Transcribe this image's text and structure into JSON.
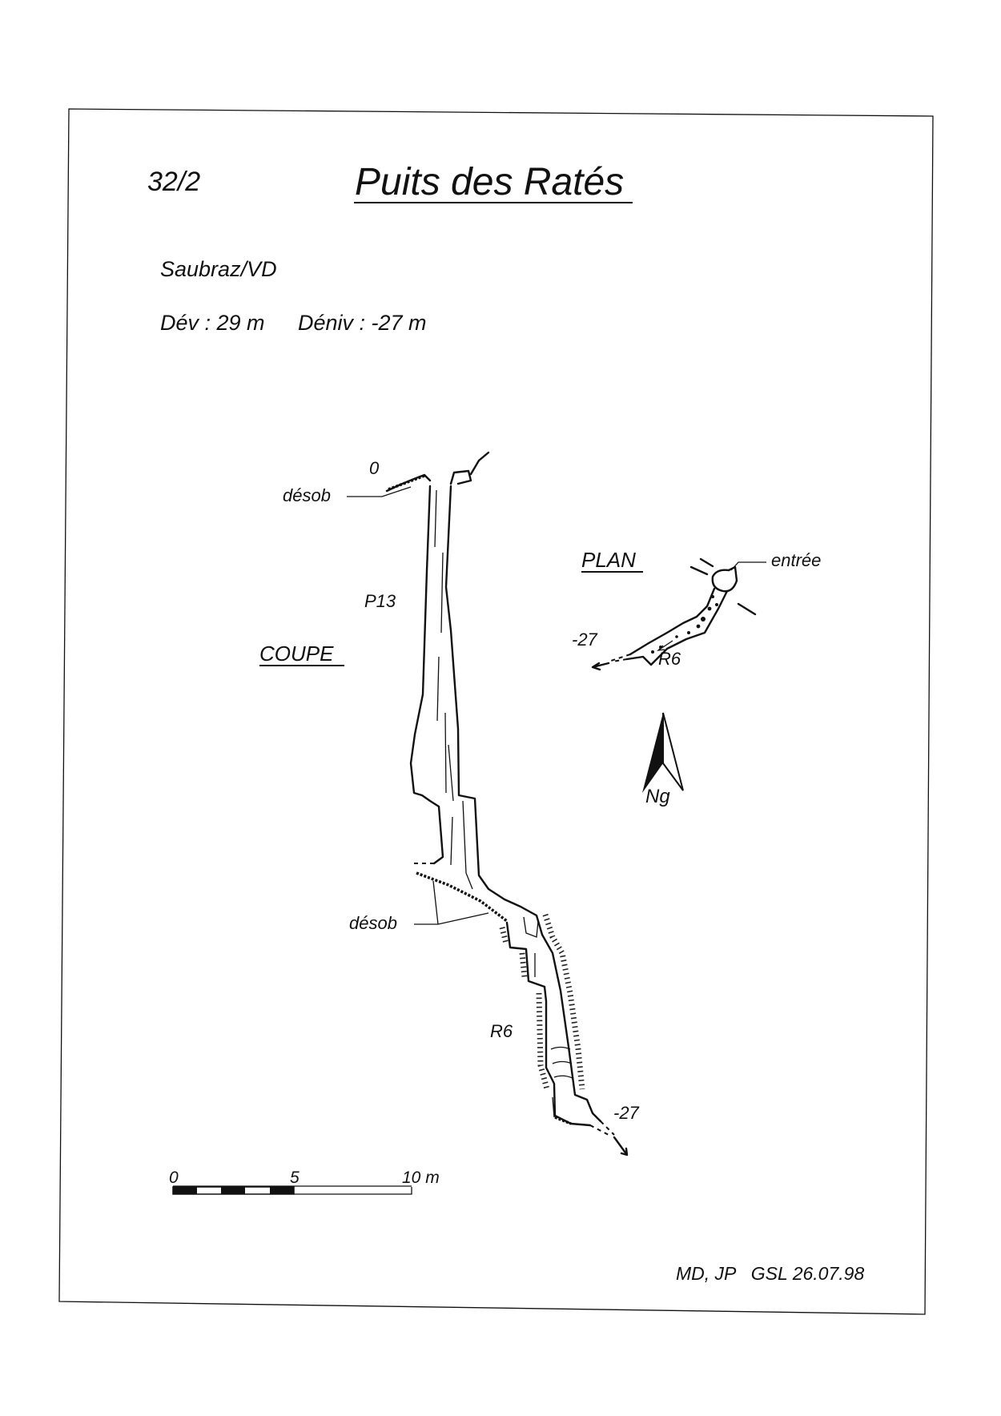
{
  "sheet": {
    "ref": "32/2",
    "title": "Puits des Ratés",
    "location": "Saubraz/VD",
    "dev": "Dév : 29 m",
    "deniv": "Déniv : -27 m",
    "credits": "MD, JP   GSL 26.07.98"
  },
  "coupe": {
    "label": "COUPE",
    "depth_top": "0",
    "desob_top": "désob",
    "pitch": "P13",
    "desob_mid": "désob",
    "ramp": "R6",
    "depth_bottom": "-27"
  },
  "plan": {
    "label": "PLAN",
    "entrance": "entrée",
    "depth": "-27",
    "ramp": "R6",
    "north": "Ng"
  },
  "scale": {
    "labels": [
      "0",
      "5",
      "10 m"
    ],
    "length_m": 10
  }
}
